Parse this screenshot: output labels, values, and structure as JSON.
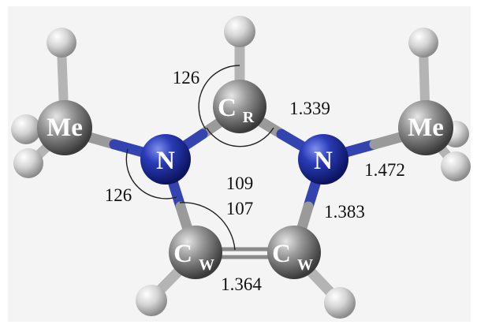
{
  "molecule": {
    "atoms": {
      "n_left": "N",
      "n_right": "N",
      "c_r": "C",
      "c_r_sub": "R",
      "c_w_left": "C",
      "c_w_left_sub": "W",
      "c_w_right": "C",
      "c_w_right_sub": "W",
      "me_left": "Me",
      "me_right": "Me"
    },
    "bond_lengths": {
      "cr_n": "1.339",
      "n_me": "1.472",
      "n_cw": "1.383",
      "cw_cw": "1.364"
    },
    "angles": {
      "h_cr_n": "126",
      "n_cr_n": "109",
      "me_n_cw": "126",
      "n_cw_cw": "107"
    }
  },
  "colors": {
    "background": "#f4f4f4",
    "carbon": "#8c8c8c",
    "nitrogen": "#2233a6",
    "hydrogen": "#d8d8d8",
    "bond_gray": "#9a9a9a",
    "bond_blue": "#3344b0"
  }
}
